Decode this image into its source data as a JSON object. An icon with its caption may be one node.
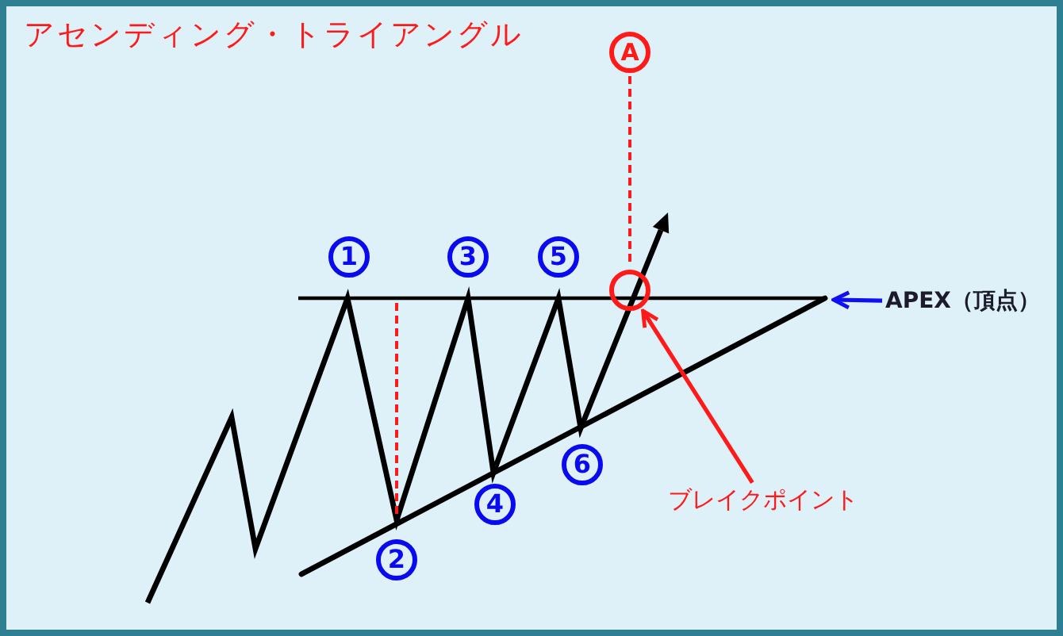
{
  "diagram": {
    "title": "アセンディング・トライアングル",
    "nodes": [
      {
        "text": [
          "A"
        ]
      },
      {
        "text": [
          "1"
        ]
      },
      {
        "text": [
          "2"
        ]
      },
      {
        "text": [
          "3"
        ]
      },
      {
        "text": [
          "4"
        ]
      },
      {
        "text": [
          "5"
        ]
      },
      {
        "text": [
          "6"
        ]
      },
      {
        "text": [],
        "shape": "circle"
      },
      {
        "text": [
          "APEX（頂点）"
        ]
      },
      {
        "text": [
          "ブレイクポイント"
        ]
      }
    ],
    "edges": [
      {
        "from": 0,
        "to": 7,
        "arrow": "none",
        "style": "dashed",
        "color": "#ff1a1a"
      },
      {
        "from": 9,
        "to": 7,
        "arrow": "to",
        "color": "#ff1a1a"
      },
      {
        "from": 8,
        "to": null,
        "arrow": "to",
        "color": "#1010f0"
      }
    ]
  }
}
